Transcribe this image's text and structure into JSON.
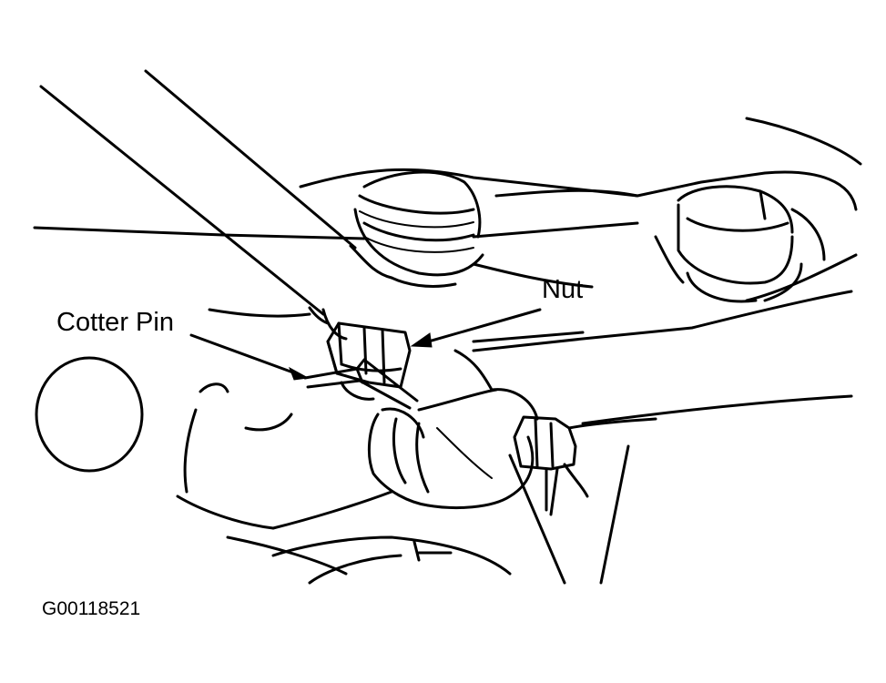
{
  "labels": {
    "cotter_pin": "Cotter Pin",
    "nut": "Nut"
  },
  "figure_id": "G00118521",
  "colors": {
    "ink": "#000000",
    "paper": "#ffffff"
  }
}
